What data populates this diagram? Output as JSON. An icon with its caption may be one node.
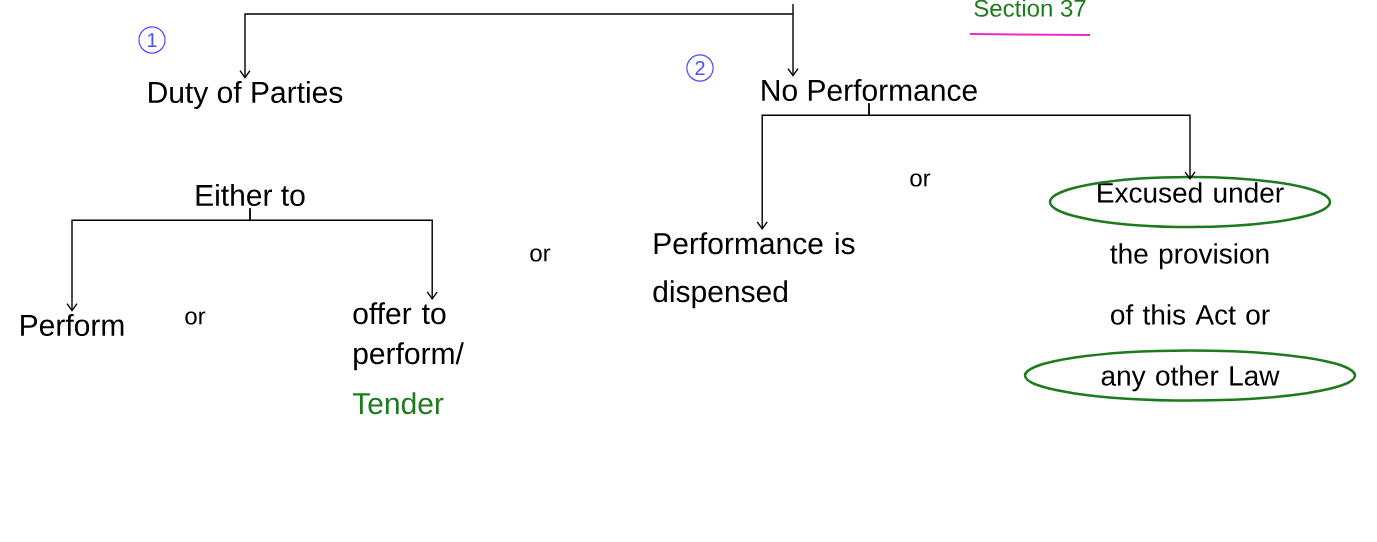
{
  "diagram": {
    "nodes": [
      {
        "text": [
          "Duty of Parties"
        ],
        "beside": [
          "1"
        ]
      },
      {
        "text": [
          "Either to"
        ]
      },
      {
        "text": [
          "Perform"
        ]
      },
      {
        "text": [
          "offer to perform/",
          "Tender"
        ]
      },
      {
        "text": [
          "No Performance"
        ],
        "beside": [
          "2"
        ]
      },
      {
        "text": [
          "Performance is dispensed"
        ]
      },
      {
        "text": [
          "Excused under the provision of this Act or any other Law"
        ]
      }
    ],
    "edges": [
      {
        "from": null,
        "to": 0,
        "arrow": "to"
      },
      {
        "from": null,
        "to": 4,
        "arrow": "to"
      },
      {
        "from": 1,
        "to": 2,
        "arrow": "to"
      },
      {
        "from": 1,
        "to": 3,
        "arrow": "to"
      },
      {
        "from": 4,
        "to": 5,
        "arrow": "to"
      },
      {
        "from": 4,
        "to": 6,
        "arrow": "to"
      }
    ],
    "labels": [
      "Section 37",
      "or",
      "or",
      "or"
    ]
  }
}
